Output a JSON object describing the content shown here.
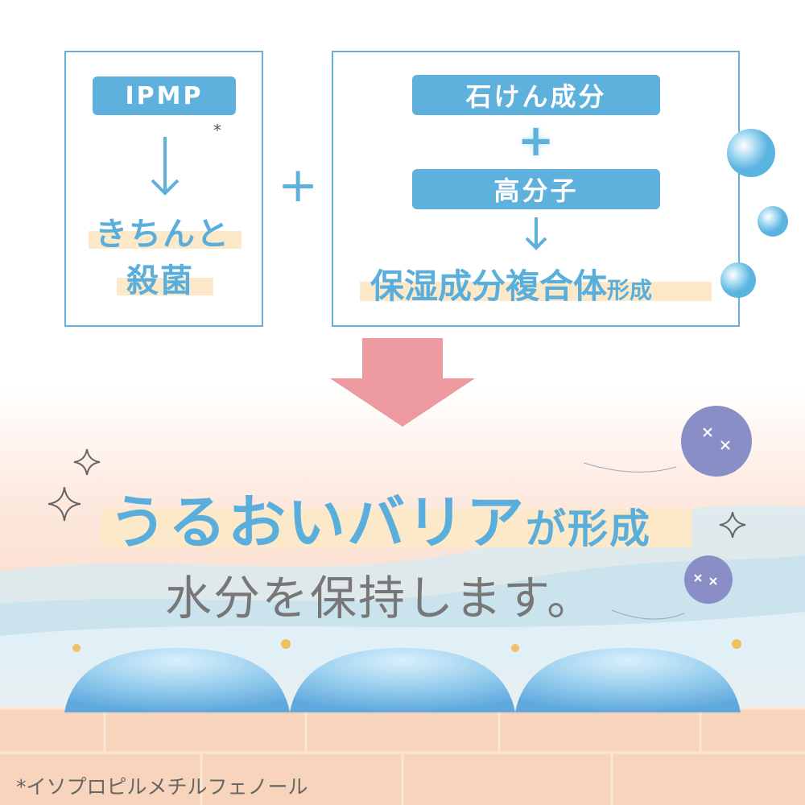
{
  "left_box": {
    "ingredient": "IPMP",
    "asterisk": "*",
    "result_line1": "きちんと",
    "result_line2": "殺菌"
  },
  "plus_between": "+",
  "right_box": {
    "ingredient1": "石けん成分",
    "plus": "+",
    "ingredient2": "高分子",
    "result_main": "保湿成分複合体",
    "result_suffix": "形成"
  },
  "headline": {
    "main": "うるおいバリア",
    "suffix": "が形成",
    "sub": "水分を保持します。"
  },
  "footnote": "*イソプロピルメチルフェノール",
  "colors": {
    "blue": "#5fb1dd",
    "arrow": "#ec9aa0",
    "highlight": "#fbe9c9",
    "gray": "#777777"
  }
}
